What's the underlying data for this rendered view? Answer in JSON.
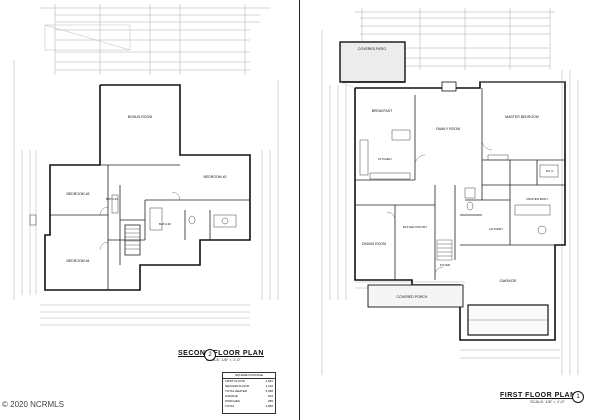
{
  "second_floor": {
    "title": "SECOND FLOOR PLAN",
    "scale": "SCALE: 1/8\" = 1'-0\"",
    "number": "2",
    "rooms": {
      "bonus": "BONUS ROOM",
      "bedroom2": "BEDROOM #2",
      "bedroom3": "BEDROOM #3",
      "bedroom4": "BEDROOM #4",
      "bath2": "BATH #2",
      "bath3": "BATH #3"
    }
  },
  "first_floor": {
    "title": "FIRST FLOOR PLAN",
    "scale": "SCALE: 1/8\" = 1'-0\"",
    "number": "1",
    "rooms": {
      "covered_patio": "COVERED PATIO",
      "breakfast": "BREAKFAST",
      "family": "FAMILY ROOM",
      "master_bedroom": "MASTER BEDROOM",
      "kitchen": "KITCHEN",
      "master_bath": "MASTER BATH",
      "dining": "DINING ROOM",
      "butler": "BUTLER PANTRY",
      "foyer": "FOYER",
      "covered_porch": "COVERED PORCH",
      "garage": "GARAGE",
      "wic": "W.I.C.",
      "laundry": "LAUNDRY"
    }
  },
  "area_table": {
    "header": "SQUARE FOOTAGE",
    "rows": [
      {
        "label": "FIRST FLOOR",
        "value": "1,842"
      },
      {
        "label": "SECOND FLOOR",
        "value": "1,216"
      },
      {
        "label": "TOTAL HEATED",
        "value": "3,058"
      },
      {
        "label": "GARAGE",
        "value": "612"
      },
      {
        "label": "PORCHES",
        "value": "286"
      },
      {
        "label": "TOTAL",
        "value": "3,956"
      }
    ]
  },
  "copyright": "© 2020 NCRMLS"
}
